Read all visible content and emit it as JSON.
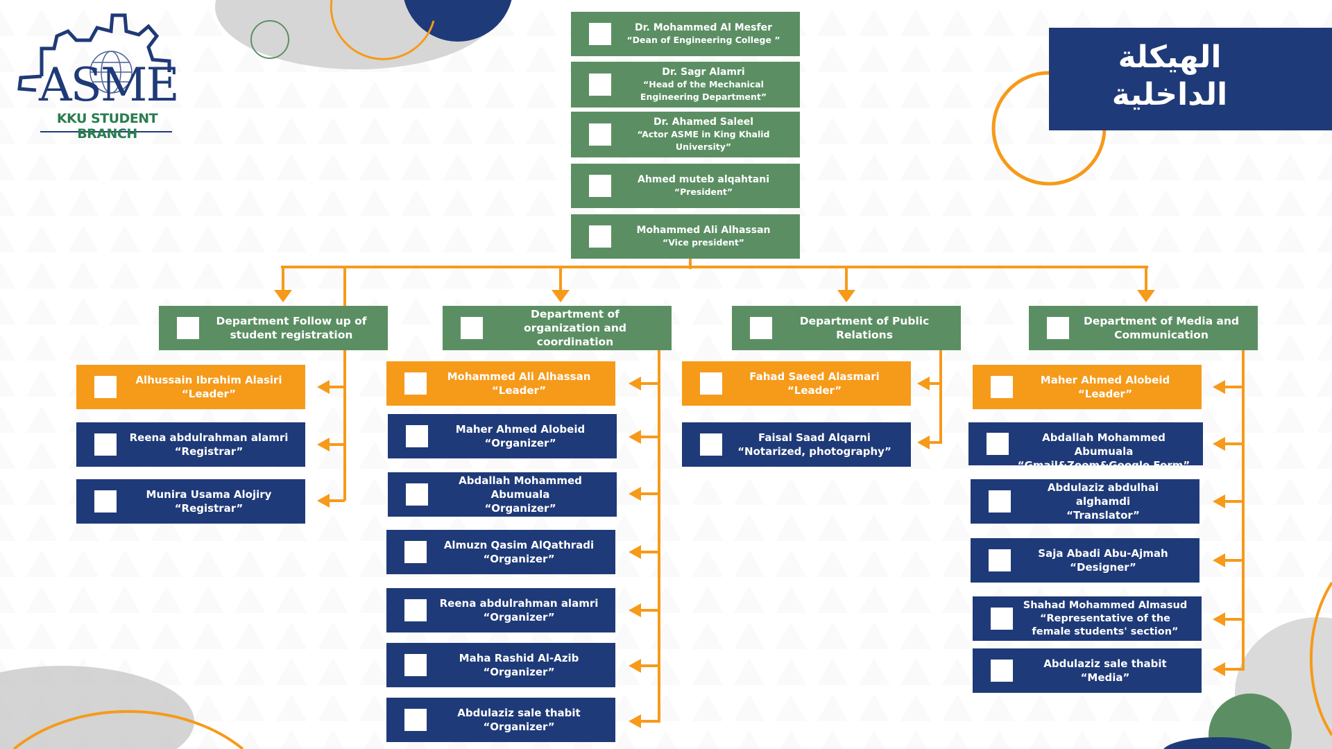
{
  "logo": {
    "word": "ASME",
    "subtitle": "KKU STUDENT BRANCH"
  },
  "title": {
    "line1": "الهيكلة",
    "line2": "الداخلية"
  },
  "colors": {
    "green": "#5b8f63",
    "navy": "#1f3a78",
    "orange": "#f69a1a"
  },
  "hierarchy": [
    {
      "name": "Dr. Mohammed Al Mesfer",
      "role": "“Dean of Engineering College ”"
    },
    {
      "name": "Dr. Sagr Alamri",
      "role": "“Head of the Mechanical Engineering Department”"
    },
    {
      "name": "Dr. Ahamed Saleel",
      "role": "“Actor ASME in King Khalid University”"
    },
    {
      "name": "Ahmed muteb alqahtani",
      "role": "“President”"
    },
    {
      "name": "Mohammed Ali Alhassan",
      "role": "“Vice president”"
    }
  ],
  "departments": [
    {
      "name": "Department Follow up of student registration",
      "members": [
        {
          "name": "Alhussain Ibrahim Alasiri",
          "role": "“Leader”"
        },
        {
          "name": "Reena abdulrahman alamri",
          "role": "“Registrar”"
        },
        {
          "name": "Munira Usama Alojiry",
          "role": "“Registrar”"
        }
      ]
    },
    {
      "name": "Department of organization and coordination",
      "members": [
        {
          "name": "Mohammed Ali Alhassan",
          "role": "“Leader”"
        },
        {
          "name": "Maher Ahmed Alobeid",
          "role": "“Organizer”"
        },
        {
          "name": "Abdallah Mohammed Abumuala",
          "role": "“Organizer”"
        },
        {
          "name": "Almuzn Qasim AlQathradi",
          "role": "“Organizer”"
        },
        {
          "name": "Reena abdulrahman alamri",
          "role": "“Organizer”"
        },
        {
          "name": "Maha Rashid Al-Azib",
          "role": "“Organizer”"
        },
        {
          "name": "Abdulaziz sale thabit",
          "role": "“Organizer”"
        }
      ]
    },
    {
      "name": "Department of Public Relations",
      "members": [
        {
          "name": "Fahad Saeed Alasmari",
          "role": "“Leader”"
        },
        {
          "name": "Faisal Saad Alqarni",
          "role": "“Notarized, photography”"
        }
      ]
    },
    {
      "name": "Department of Media and Communication",
      "members": [
        {
          "name": "Maher Ahmed Alobeid",
          "role": "“Leader”"
        },
        {
          "name": "Abdallah Mohammed Abumuala",
          "role": "“Gmail&Zoom&Google Form”"
        },
        {
          "name": "Abdulaziz abdulhai alghamdi",
          "role": "“Translator”"
        },
        {
          "name": "Saja Abadi Abu-Ajmah",
          "role": "“Designer”"
        },
        {
          "name": "Shahad Mohammed Almasud",
          "role": "“Representative of the female students' section”"
        },
        {
          "name": "Abdulaziz sale thabit",
          "role": "“Media”"
        }
      ]
    }
  ]
}
